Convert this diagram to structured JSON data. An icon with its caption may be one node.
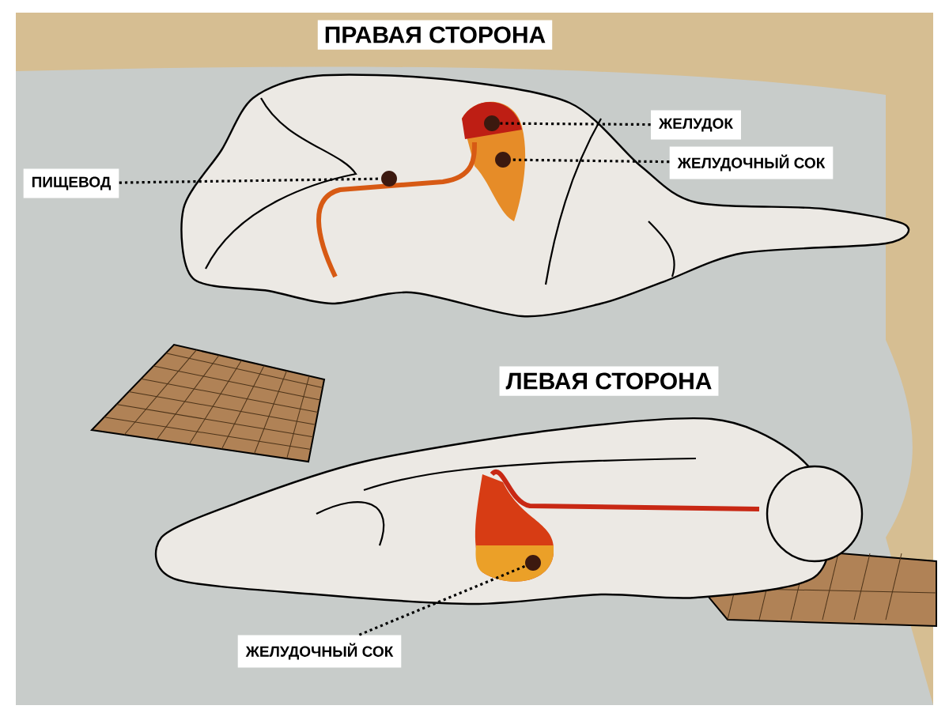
{
  "diagram": {
    "nodes": [
      {
        "text": [
          "ПИЩЕВОД"
        ]
      },
      {
        "text": [
          "ЖЕЛУДОК"
        ]
      },
      {
        "text": [
          "ЖЕЛУДОЧНЫЙ СОК"
        ]
      },
      {
        "text": [
          "ЖЕЛУДОЧНЫЙ СОК"
        ]
      },
      {
        "text": [],
        "shape": "circle"
      },
      {
        "text": [],
        "shape": "circle"
      },
      {
        "text": [],
        "shape": "circle"
      },
      {
        "text": [],
        "shape": "circle"
      }
    ],
    "edges": [
      {
        "from": 0,
        "to": 4,
        "arrow": "none"
      },
      {
        "from": 1,
        "to": 5,
        "arrow": "none"
      },
      {
        "from": 2,
        "to": 6,
        "arrow": "none"
      },
      {
        "from": 3,
        "to": 7,
        "arrow": "none"
      }
    ],
    "labels": [
      "ПРАВАЯ СТОРОНА",
      "ЛЕВАЯ СТОРОНА"
    ]
  }
}
